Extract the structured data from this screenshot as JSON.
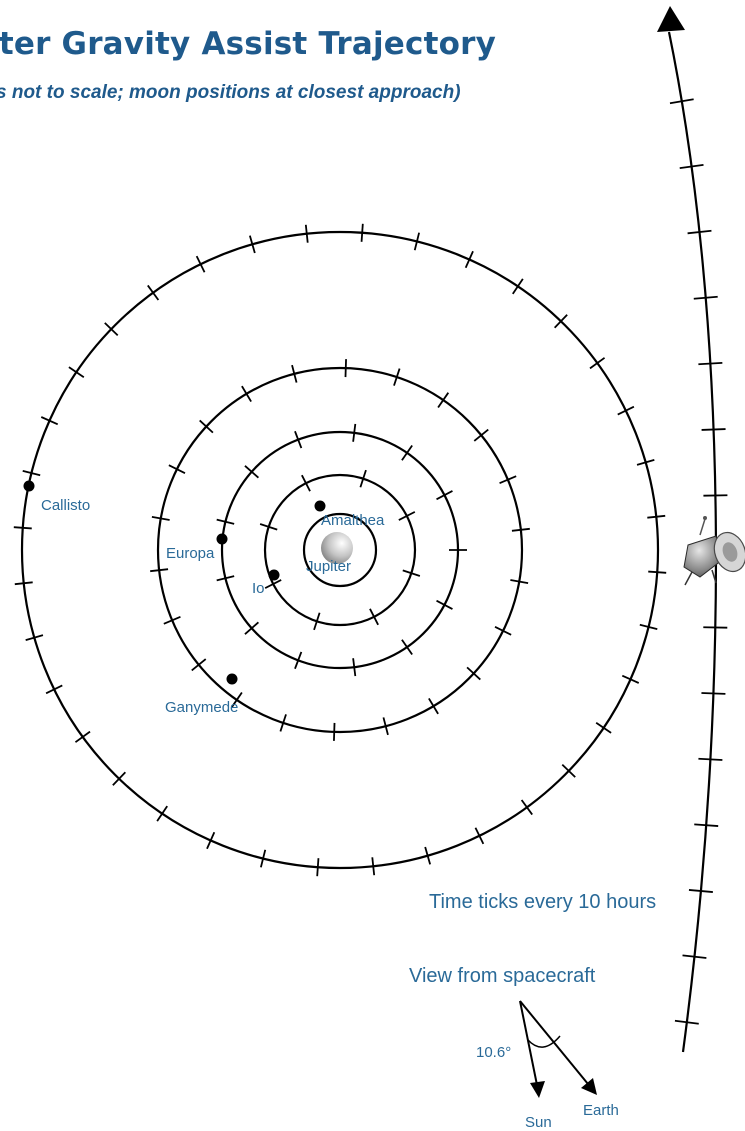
{
  "title": "iter Gravity Assist Trajectory",
  "subtitle": "s not to scale; moon positions at closest approach)",
  "bodies": {
    "jupiter": "Jupiter",
    "amalthea": "Amalthea",
    "io": "Io",
    "europa": "Europa",
    "ganymede": "Ganymede",
    "callisto": "Callisto"
  },
  "time_note": "Time ticks every 10 hours",
  "view": {
    "heading": "View from spacecraft",
    "angle": "10.6°",
    "sun": "Sun",
    "earth": "Earth"
  },
  "icons": {
    "planet": "jupiter-sphere-icon",
    "spacecraft": "spacecraft-icon",
    "direction": "trajectory-arrow-icon"
  },
  "colors": {
    "title": "#1f5a8c",
    "label": "#2a6a98",
    "line": "#000000"
  }
}
